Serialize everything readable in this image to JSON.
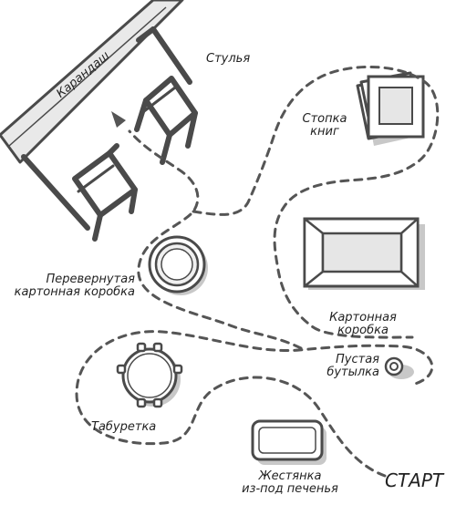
{
  "labels": {
    "start": "СТАРТ",
    "chairs": "Стулья",
    "pencil": "Карандаш",
    "books_line1": "Стопка",
    "books_line2": "книг",
    "box_line1": "Картонная",
    "box_line2": "коробка",
    "flipped_box_line1": "Перевернутая",
    "flipped_box_line2": "картонная коробка",
    "bottle_line1": "Пустая",
    "bottle_line2": "бутылка",
    "stool": "Табуретка",
    "tin_line1": "Жестянка",
    "tin_line2": "из-под печенья"
  },
  "colors": {
    "outline": "#4a4a4a",
    "shadow": "#c8c8c8",
    "fill_light": "#e6e6e6",
    "path": "#555555",
    "text": "#222222"
  }
}
